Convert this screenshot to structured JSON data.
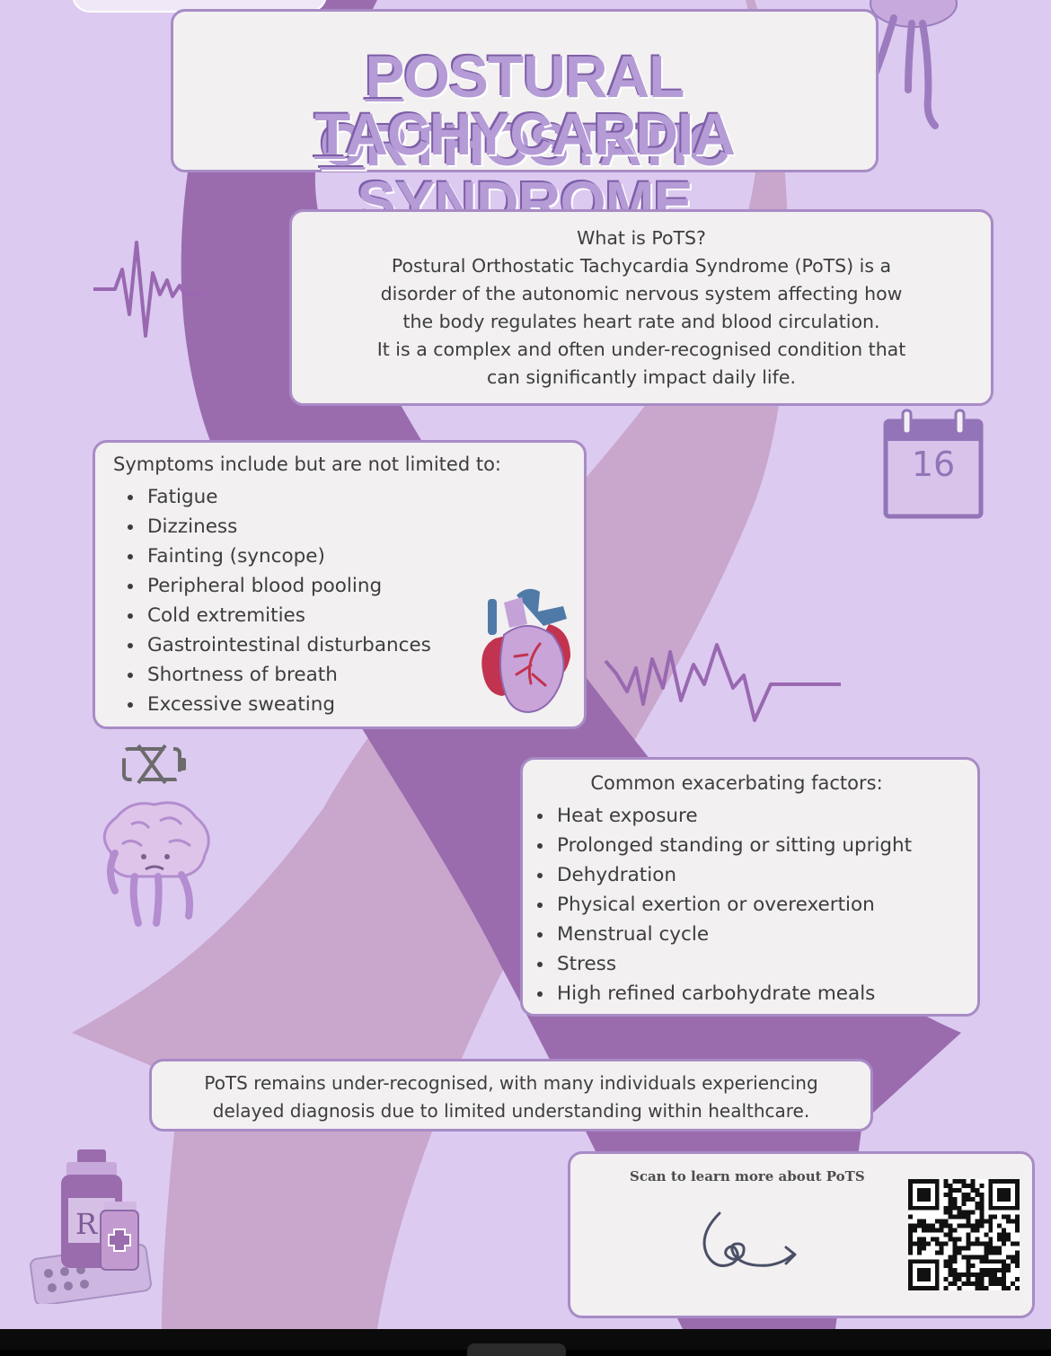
{
  "title": {
    "line1_parts": [
      {
        "text": "P",
        "u": true
      },
      {
        "text": "OSTURAL ",
        "u": false
      },
      {
        "text": "O",
        "u": true
      },
      {
        "text": "RTHOSTATIC",
        "u": false
      }
    ],
    "line2_parts": [
      {
        "text": "T",
        "u": true
      },
      {
        "text": "ACHYCARDIA ",
        "u": false
      },
      {
        "text": "S",
        "u": true
      },
      {
        "text": "YNDROME",
        "u": false
      }
    ]
  },
  "what_is": {
    "lines": [
      "What is PoTS?",
      "Postural Orthostatic Tachycardia Syndrome (PoTS) is a",
      "disorder of the autonomic nervous system affecting how",
      "the body regulates heart rate and blood circulation.",
      "It is a complex and often under-recognised condition that",
      "can significantly impact daily life."
    ]
  },
  "symptoms": {
    "heading": "Symptoms include but are not limited to:",
    "items": [
      "Fatigue",
      "Dizziness",
      "Fainting  (syncope)",
      "Peripheral blood pooling",
      "Cold extremities",
      "Gastrointestinal disturbances",
      "Shortness of breath",
      "Excessive sweating"
    ]
  },
  "factors": {
    "heading": "Common exacerbating factors:",
    "items": [
      "Heat exposure",
      "Prolonged standing or sitting upright",
      "Dehydration",
      "Physical exertion or overexertion",
      "Menstrual cycle",
      "Stress",
      "High refined carbohydrate meals"
    ]
  },
  "note": {
    "lines": [
      "PoTS remains under-recognised, with many individuals experiencing",
      "delayed diagnosis due to limited understanding within healthcare."
    ]
  },
  "scan": {
    "label": "Scan to learn more about PoTS"
  },
  "calendar": {
    "day": "16"
  },
  "icons": {
    "heartbeat": "heartbeat-line-icon",
    "calendar": "calendar-icon",
    "heart": "anatomical-heart-icon",
    "battery": "empty-battery-icon",
    "brain": "sad-brain-icon",
    "medicine": "medicine-bottle-icon",
    "qr": "qr-code-icon"
  },
  "colors": {
    "background": "#dccaf0",
    "ribbon_dark": "#9a6cae",
    "ribbon_light": "#c9a6cc",
    "card_border": "#a88bc6",
    "title": "#b59cd6"
  }
}
